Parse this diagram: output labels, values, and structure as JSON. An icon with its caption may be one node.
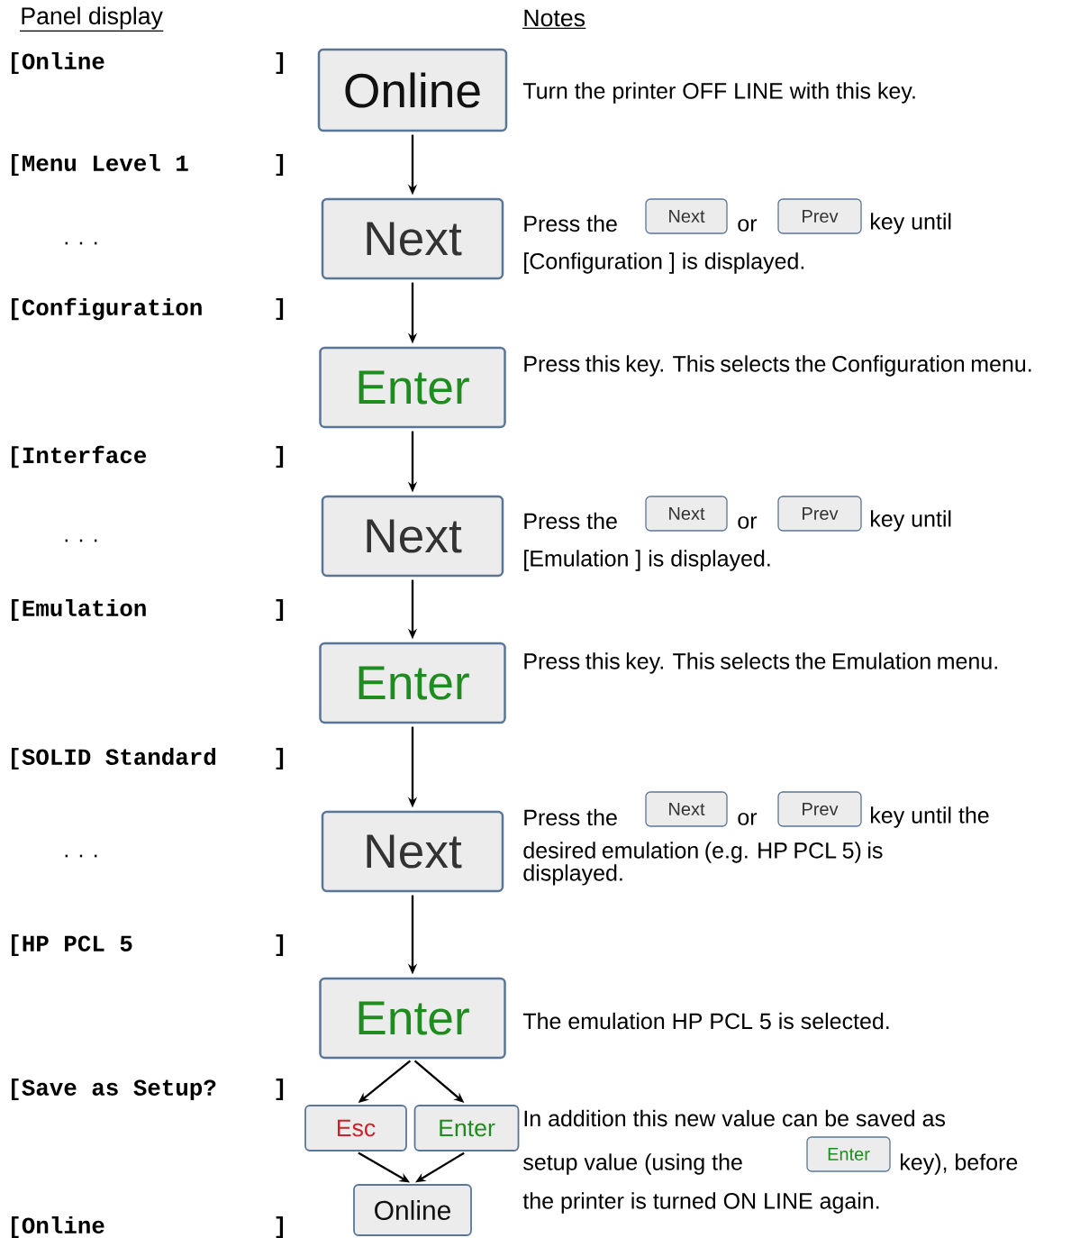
{
  "diagram": {
    "nodes": [
      {
        "text": [
          "Online"
        ]
      },
      {
        "text": [
          "Next"
        ]
      },
      {
        "text": [
          "Enter"
        ]
      },
      {
        "text": [
          "Next"
        ]
      },
      {
        "text": [
          "Enter"
        ]
      },
      {
        "text": [
          "Next"
        ]
      },
      {
        "text": [
          "Enter"
        ]
      },
      {
        "text": [
          "Esc"
        ]
      },
      {
        "text": [
          "Enter"
        ]
      },
      {
        "text": [
          "Online"
        ]
      },
      {
        "text": [
          "Next"
        ]
      },
      {
        "text": [
          "Prev"
        ]
      },
      {
        "text": [
          "Next"
        ]
      },
      {
        "text": [
          "Prev"
        ]
      },
      {
        "text": [
          "Next"
        ]
      },
      {
        "text": [
          "Prev"
        ]
      },
      {
        "text": [
          "Enter"
        ]
      }
    ],
    "edges": [
      {
        "from": 0,
        "to": 1,
        "arrow": "to"
      },
      {
        "from": 1,
        "to": 2,
        "arrow": "to"
      },
      {
        "from": 2,
        "to": 3,
        "arrow": "to"
      },
      {
        "from": 3,
        "to": 4,
        "arrow": "to"
      },
      {
        "from": 4,
        "to": 5,
        "arrow": "to"
      },
      {
        "from": 5,
        "to": 6,
        "arrow": "to"
      },
      {
        "from": 6,
        "to": 7,
        "arrow": "to"
      },
      {
        "from": 6,
        "to": 8,
        "arrow": "to"
      },
      {
        "from": 7,
        "to": 9,
        "arrow": "to"
      },
      {
        "from": 8,
        "to": 9,
        "arrow": "to"
      }
    ],
    "labels": [
      "Panel display",
      "Notes",
      "[Online",
      "]",
      "Turn the printer OFF LINE with this key.",
      "[Menu Level 1",
      "]",
      ". . .",
      "Press the",
      "or",
      "key until",
      "[Configuration ] is displayed.",
      "[Configuration",
      "]",
      "Press this key. This selects the Configuration menu.",
      "[Interface",
      "]",
      ". . .",
      "Press the",
      "or",
      "key until",
      "[Emulation ] is displayed.",
      "[Emulation",
      "]",
      "Press this key. This selects the Emulation menu.",
      "[SOLID Standard",
      "]",
      "Press the",
      "or",
      "key until the",
      ". . .",
      "desired emulation (e.g. HP PCL 5) is displayed.",
      "[HP PCL 5",
      "]",
      "The emulation HP PCL 5 is selected.",
      "[Save as Setup?",
      "]",
      "In addition this new value can be saved as",
      "setup value (using the",
      "key), before",
      "the printer is turned ON LINE again.",
      "[Online",
      "]"
    ]
  }
}
